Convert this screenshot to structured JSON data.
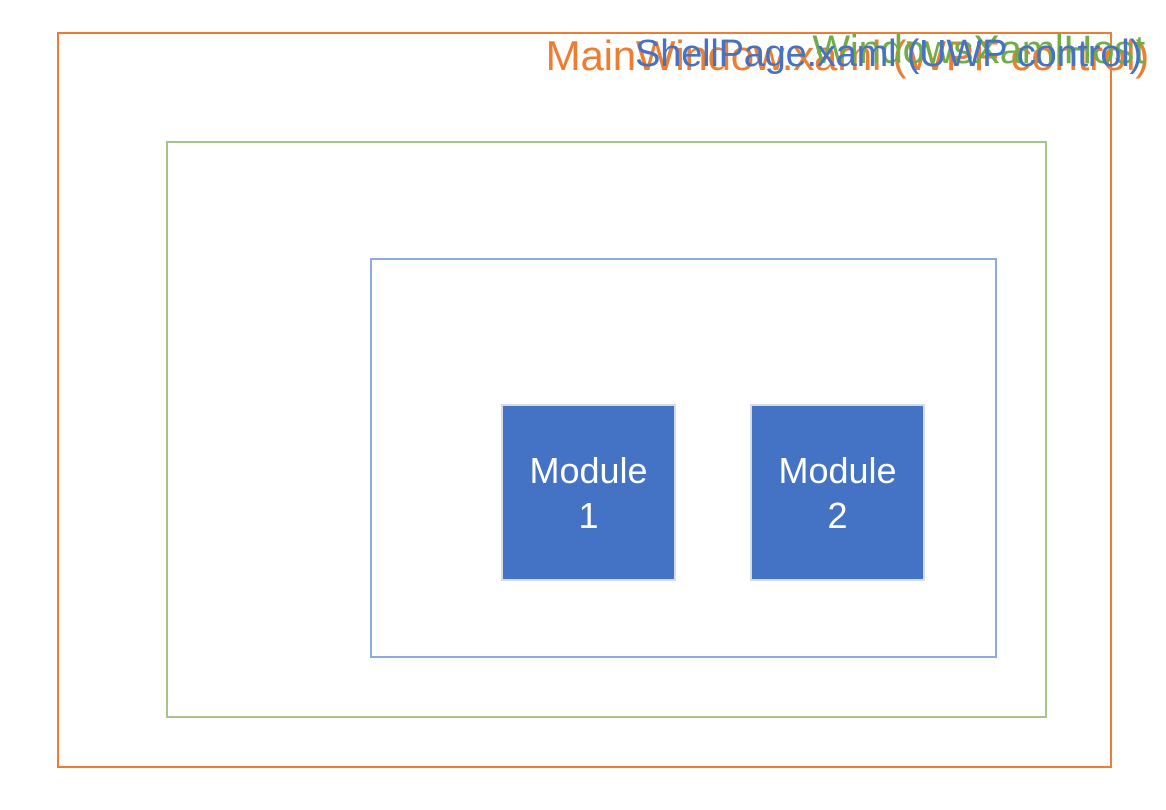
{
  "diagram": {
    "title": "MainWindow.xaml (WPF control)",
    "background": "#FFFFFF",
    "containers": [
      {
        "id": "main-window",
        "label": "MainWindow.xaml (WPF control)",
        "border_color": "#ED7D31",
        "text_color": "#ED7D31",
        "label_align": "right"
      },
      {
        "id": "windows-xaml-host",
        "label": "WindowsXamlHost",
        "border_color": "#A9C48B",
        "text_color": "#70AD47",
        "label_align": "right"
      },
      {
        "id": "shell-page",
        "label": "ShellPage.xaml (UWP control)",
        "border_color": "#8FAADC",
        "text_color": "#4472C4",
        "label_align": "right"
      }
    ],
    "modules": [
      {
        "id": "module-1",
        "line1": "Module",
        "line2": "1",
        "fill_color": "#4472C4",
        "border_color": "#D6DCE5",
        "text_color": "#FFFFFF"
      },
      {
        "id": "module-2",
        "line1": "Module",
        "line2": "2",
        "fill_color": "#4472C4",
        "border_color": "#D6DCE5",
        "text_color": "#FFFFFF"
      }
    ]
  }
}
